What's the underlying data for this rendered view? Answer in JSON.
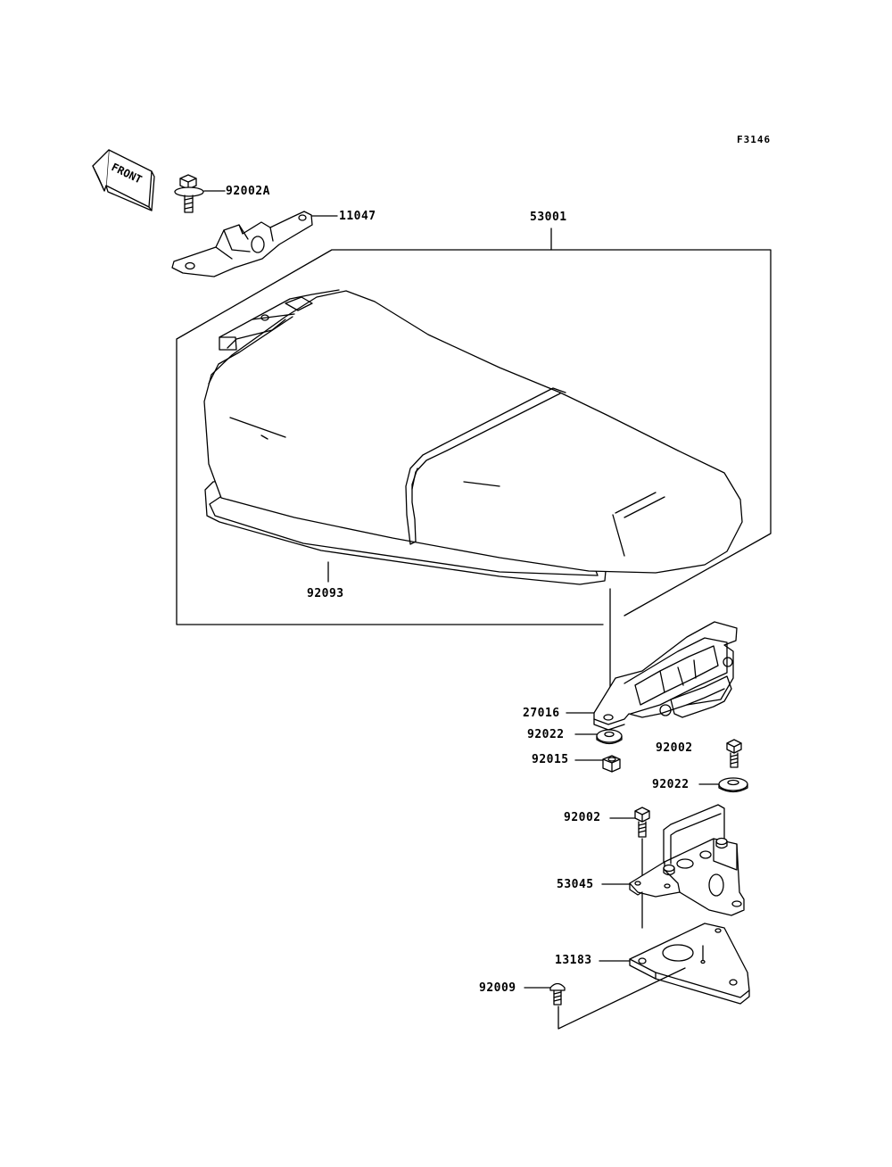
{
  "figure_code": "F3146",
  "front_arrow_text": "FRONT",
  "colors": {
    "ink": "#000000",
    "paper": "#ffffff"
  },
  "parts": [
    {
      "id": "92002A",
      "label": "92002A"
    },
    {
      "id": "11047",
      "label": "11047"
    },
    {
      "id": "53001",
      "label": "53001"
    },
    {
      "id": "92093",
      "label": "92093"
    },
    {
      "id": "27016",
      "label": "27016"
    },
    {
      "id": "92022-a",
      "label": "92022"
    },
    {
      "id": "92015",
      "label": "92015"
    },
    {
      "id": "92002-a",
      "label": "92002"
    },
    {
      "id": "92022-b",
      "label": "92022"
    },
    {
      "id": "92002-b",
      "label": "92002"
    },
    {
      "id": "53045",
      "label": "53045"
    },
    {
      "id": "13183",
      "label": "13183"
    },
    {
      "id": "92009",
      "label": "92009"
    }
  ]
}
